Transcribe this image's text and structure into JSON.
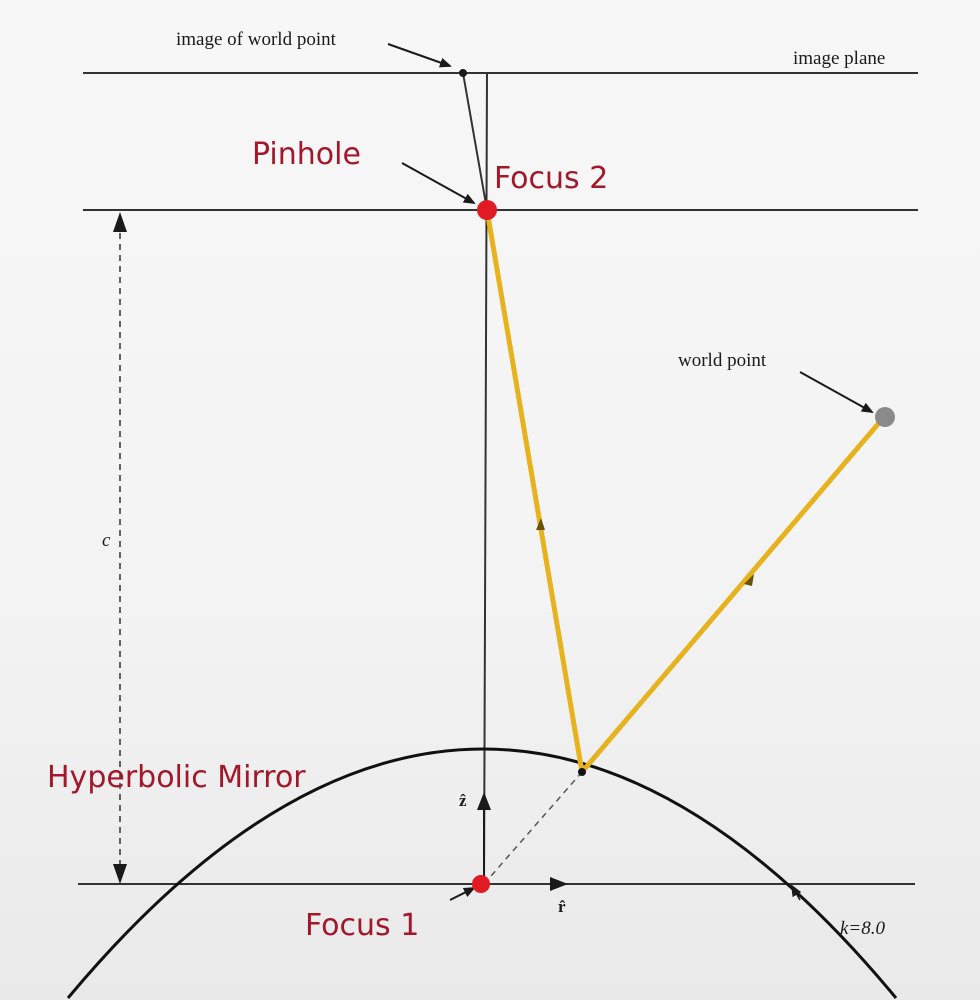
{
  "labels": {
    "image_of_world_point": "image of world point",
    "image_plane": "image plane",
    "pinhole": "Pinhole",
    "focus2": "Focus 2",
    "world_point": "world point",
    "c": "c",
    "hyperbolic_mirror": "Hyperbolic Mirror",
    "z_hat": "ẑ",
    "r_hat": "r̂",
    "focus1": "Focus 1",
    "k_value": "k=8.0"
  },
  "colors": {
    "ray": "#e6b21e",
    "focus_point": "#e01b24",
    "world_point": "#8a8a8a",
    "label_red": "#a3172a",
    "line": "#1a1a1a"
  }
}
